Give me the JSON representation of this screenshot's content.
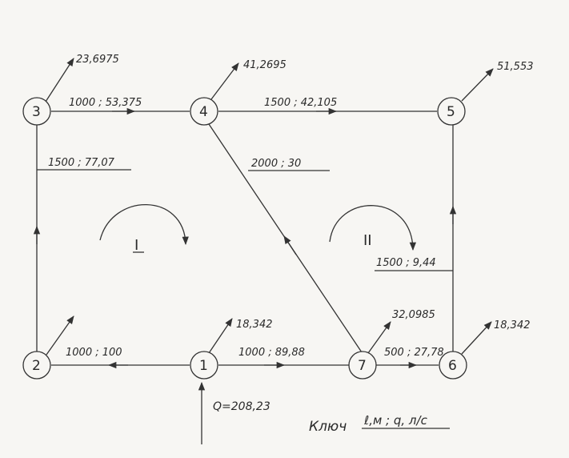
{
  "nodes": [
    {
      "id": "1",
      "label": "1"
    },
    {
      "id": "2",
      "label": "2"
    },
    {
      "id": "3",
      "label": "3"
    },
    {
      "id": "4",
      "label": "4"
    },
    {
      "id": "5",
      "label": "5"
    },
    {
      "id": "6",
      "label": "6"
    },
    {
      "id": "7",
      "label": "7"
    }
  ],
  "edges": [
    {
      "from": "3",
      "to": "4",
      "label": "1000 ; 53,375"
    },
    {
      "from": "4",
      "to": "5",
      "label": "1500 ; 42,105"
    },
    {
      "from": "2",
      "to": "3",
      "label": "1500 ; 77,07"
    },
    {
      "from": "7",
      "to": "4",
      "label": "2000 ; 30"
    },
    {
      "from": "6",
      "to": "5",
      "label": "1500 ; 9,44"
    },
    {
      "from": "1",
      "to": "2",
      "label": "1000 ; 100"
    },
    {
      "from": "1",
      "to": "7",
      "label": "1000 ; 89,88"
    },
    {
      "from": "7",
      "to": "6",
      "label": "500 ; 27,78"
    }
  ],
  "demands": [
    {
      "node": "3",
      "value": "23,6975"
    },
    {
      "node": "4",
      "value": "41,2695"
    },
    {
      "node": "5",
      "value": "51,553"
    },
    {
      "node": "1",
      "value": "18,342"
    },
    {
      "node": "7",
      "value": "32,0985"
    },
    {
      "node": "6",
      "value": "18,342"
    },
    {
      "node": "2",
      "value": ""
    }
  ],
  "source": {
    "node": "1",
    "label": "Q=208,23"
  },
  "loops": [
    {
      "label": "I"
    },
    {
      "label": "II"
    }
  ],
  "key": {
    "word": "Ключ",
    "formula": "ℓ,м ; q, л/с"
  }
}
